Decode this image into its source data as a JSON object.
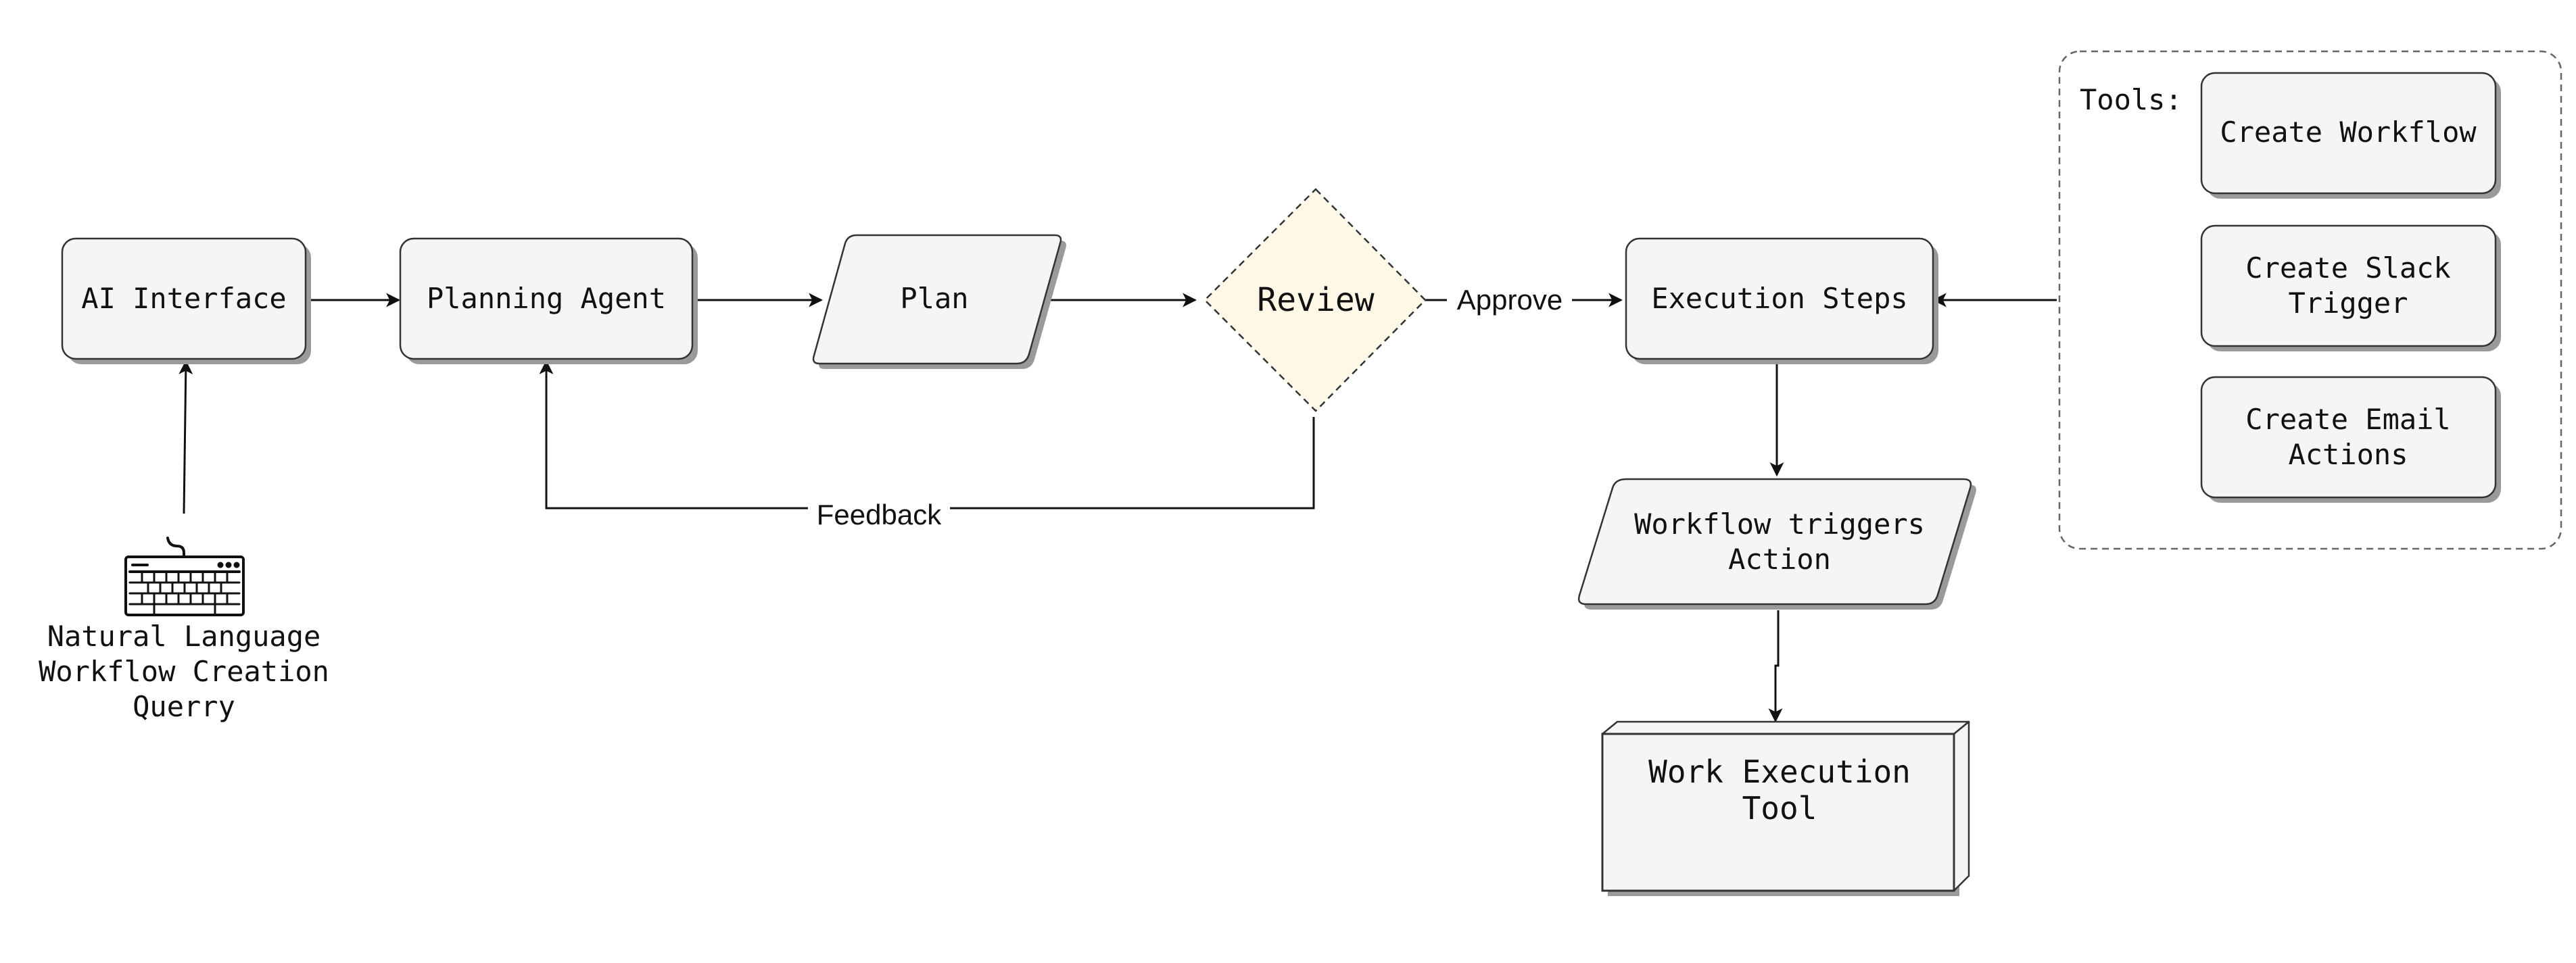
{
  "nodes": {
    "ai_interface": "AI Interface",
    "planning_agent": "Planning Agent",
    "plan": "Plan",
    "review": "Review",
    "execution_steps": "Execution Steps",
    "workflow_triggers": [
      "Workflow triggers",
      "Action"
    ],
    "work_execution_tool": [
      "Work Execution",
      "Tool"
    ]
  },
  "input": {
    "icon": "keyboard-icon",
    "lines": [
      "Natural Language",
      "Workflow Creation",
      "Querry"
    ]
  },
  "edges": {
    "approve": "Approve",
    "feedback": "Feedback"
  },
  "tools": {
    "label": "Tools:",
    "items": [
      [
        "Create Workflow"
      ],
      [
        "Create Slack",
        "Trigger"
      ],
      [
        "Create Email",
        "Actions"
      ]
    ]
  },
  "colors": {
    "node_fill": "#f5f5f5",
    "node_stroke": "#333333",
    "review_fill": "#fff8e6",
    "shadow": "#9a9a9a",
    "edge": "#111111"
  }
}
